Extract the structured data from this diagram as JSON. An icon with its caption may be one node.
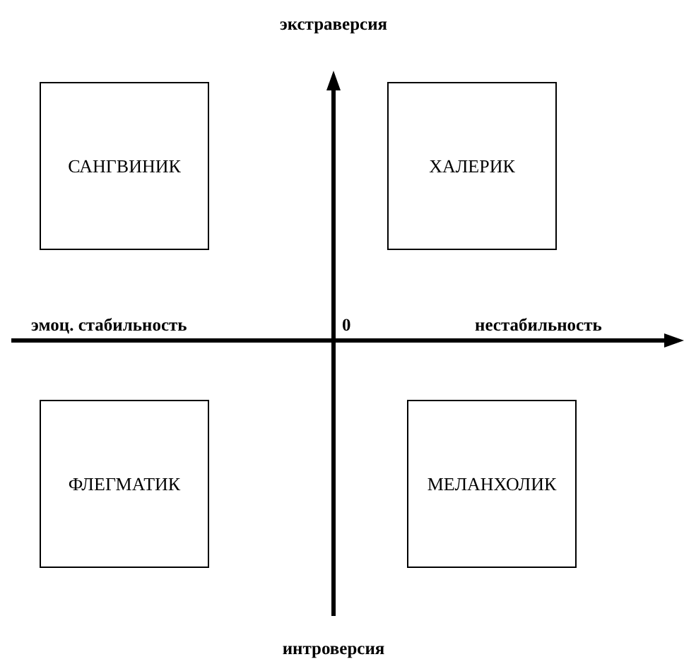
{
  "diagram": {
    "nodes": [
      {
        "text": [
          "САНГВИНИК"
        ]
      },
      {
        "text": [
          "ХАЛЕРИК"
        ]
      },
      {
        "text": [
          "ФЛЕГМАТИК"
        ]
      },
      {
        "text": [
          "МЕЛАНХОЛИК"
        ]
      }
    ],
    "labels": [
      "экстраверсия",
      "эмоц. стабильность",
      "0",
      "нестабильность",
      "интроверсия"
    ]
  }
}
